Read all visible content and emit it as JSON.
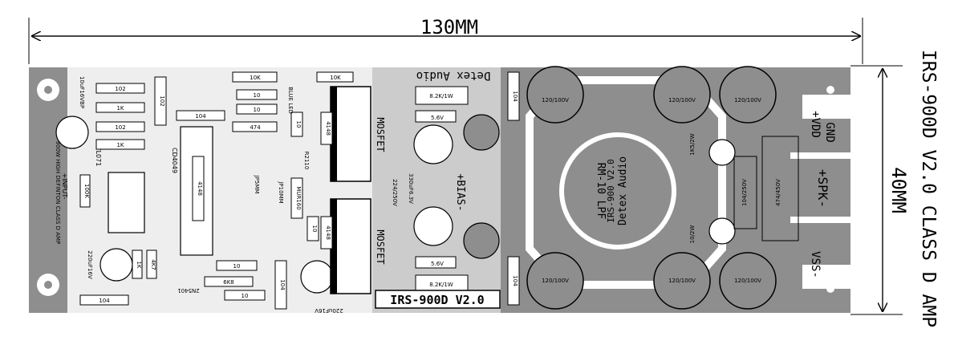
{
  "dimension": {
    "width_label": "130MM",
    "height_label": "40MM"
  },
  "board": {
    "side_title": "IRS-900D V2.0 CLASS D AMP",
    "brand_top": "Detex Audio",
    "version_box": "IRS-900D V2.0",
    "left_edge_text": "900W HIGH DEFINTON CLASS D AMP",
    "input_label": "+INPUT-",
    "bias_label": "+BIAS-",
    "vdd_label": "+VDD",
    "gnd_label": "GND",
    "spk_label": "+SPK-",
    "vss_label": "VSS-",
    "lpf_label": "RM-10 LPF",
    "lpf_brand": "Detex Audio",
    "lpf_version": "IRS-900 V2.0"
  },
  "components": {
    "mosfet1": "MOSFET",
    "mosfet2": "MOSFET",
    "cap_main": "120/100V",
    "r_82k": "8.2K/1W",
    "r_82k_b": "8.2K/1W",
    "zener_56": "5.6V",
    "zener_56b": "5.6V",
    "cap_330": "330uF6.3V",
    "cap_224": "224/250V",
    "cap_220_16": "220uF16V",
    "cap_220_16b": "220uF16V",
    "cap_10uf": "10uF16VBP",
    "r_100k": "100K",
    "r_10k": "10K",
    "r_10": "10",
    "r_1k": "1K",
    "r_4k7": "4K7",
    "r_6k8": "6K8",
    "ic_tl071": "TL071",
    "ic_cd4049": "CD4049",
    "diode_4148": "4148",
    "cap_102": "102",
    "cap_104": "104",
    "cap_474": "474",
    "transistor": "2N5401",
    "blue_led": "BLUE LED",
    "r2110": "R2110",
    "jumper": "JP10MM",
    "jumper5": "JP5MM",
    "jumper_mur": "MUR160",
    "cap_104_250": "104/250V",
    "cap_474_450": "474/450V",
    "r_1k5": "1K5/2W",
    "r_10_2w": "10/2W"
  },
  "colors": {
    "copper": "#8e8e8e",
    "background": "#ffffff",
    "ink": "#000000"
  }
}
